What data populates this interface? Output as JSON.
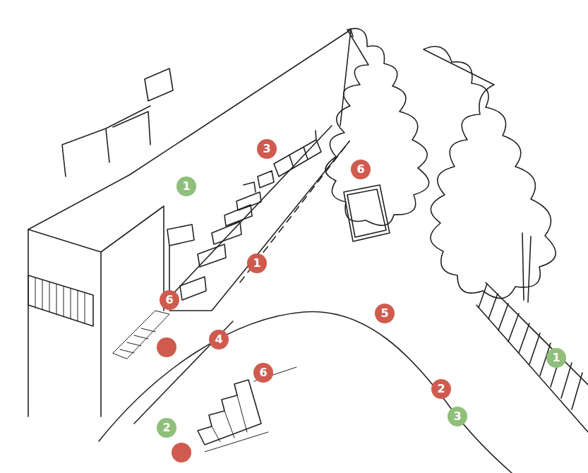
{
  "diagram": {
    "labels": [
      "3",
      "6",
      "1",
      "1",
      "6",
      "5",
      "4",
      "1",
      "6",
      "2",
      "3",
      "2"
    ]
  }
}
